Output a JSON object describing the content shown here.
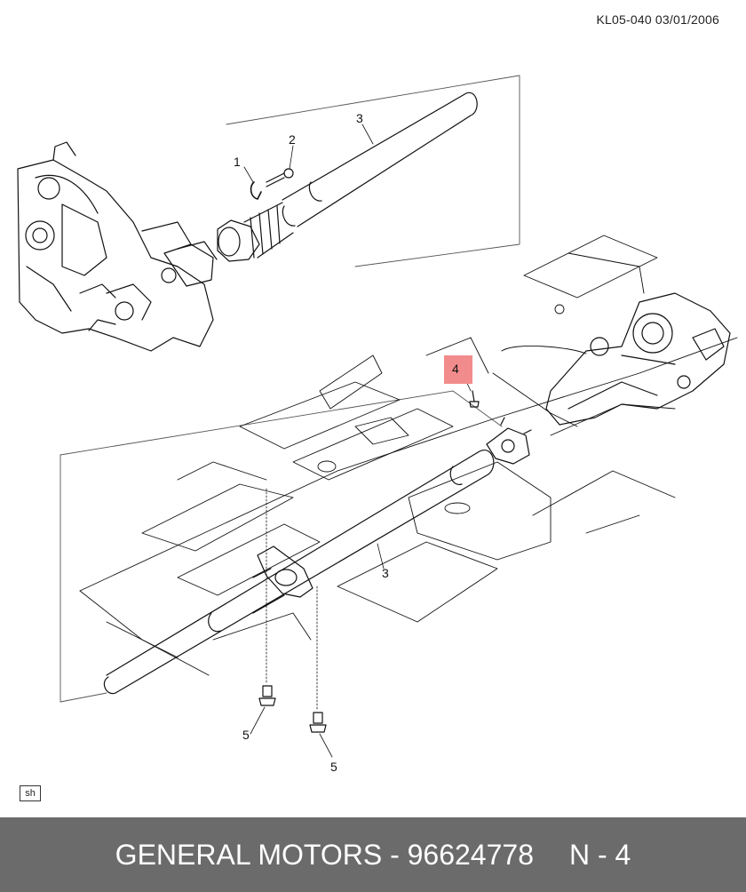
{
  "header": {
    "code": "KL05-040  03/01/2006"
  },
  "callouts": [
    {
      "id": "1",
      "label": "1"
    },
    {
      "id": "2",
      "label": "2"
    },
    {
      "id": "3a",
      "label": "3"
    },
    {
      "id": "4",
      "label": "4",
      "highlight_color": "#f28b8b"
    },
    {
      "id": "3b",
      "label": "3"
    },
    {
      "id": "5a",
      "label": "5"
    },
    {
      "id": "5b",
      "label": "5"
    }
  ],
  "corner_tag": "sh",
  "footer": {
    "brand_part": "GENERAL MOTORS - 96624778",
    "suffix": "N - 4",
    "bg_color": "#6b6b6b"
  }
}
